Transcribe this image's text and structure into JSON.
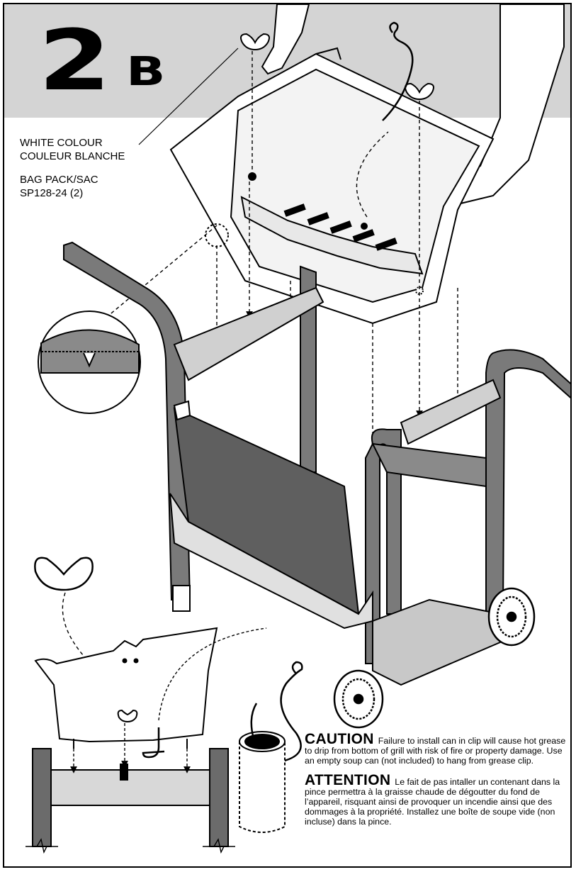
{
  "step": {
    "number": "2",
    "letter": "B"
  },
  "labels": {
    "colour_en": "WHITE COLOUR",
    "colour_fr": "COULEUR BLANCHE",
    "bag_pack": "BAG PACK/SAC",
    "part_number": "SP128-24 (2)"
  },
  "caution": {
    "en_heading": "CAUTION",
    "en_text": "Failure to install can in clip will cause hot grease to drip from bottom of grill with risk of fire or property damage. Use an empty soup can (not included) to hang from grease clip.",
    "fr_heading": "ATTENTION",
    "fr_text": "Le fait de pas intaller un contenant dans la pince permettra à la graisse chaude de dégoutter du fond de l’appareil, risquant ainsi de provoquer un incendie ainsi que des dommages à la propriété. Installez une boîte de soupe vide (non incluse) dans la pince."
  },
  "colors": {
    "frame": "#000000",
    "header_band": "#d4d4d4",
    "tube": "#6b6b6b",
    "panel": "#5f5f5f"
  },
  "icons": [
    "wing-nut-icon",
    "grease-clip-icon",
    "soup-can-icon",
    "wheel-icon"
  ]
}
